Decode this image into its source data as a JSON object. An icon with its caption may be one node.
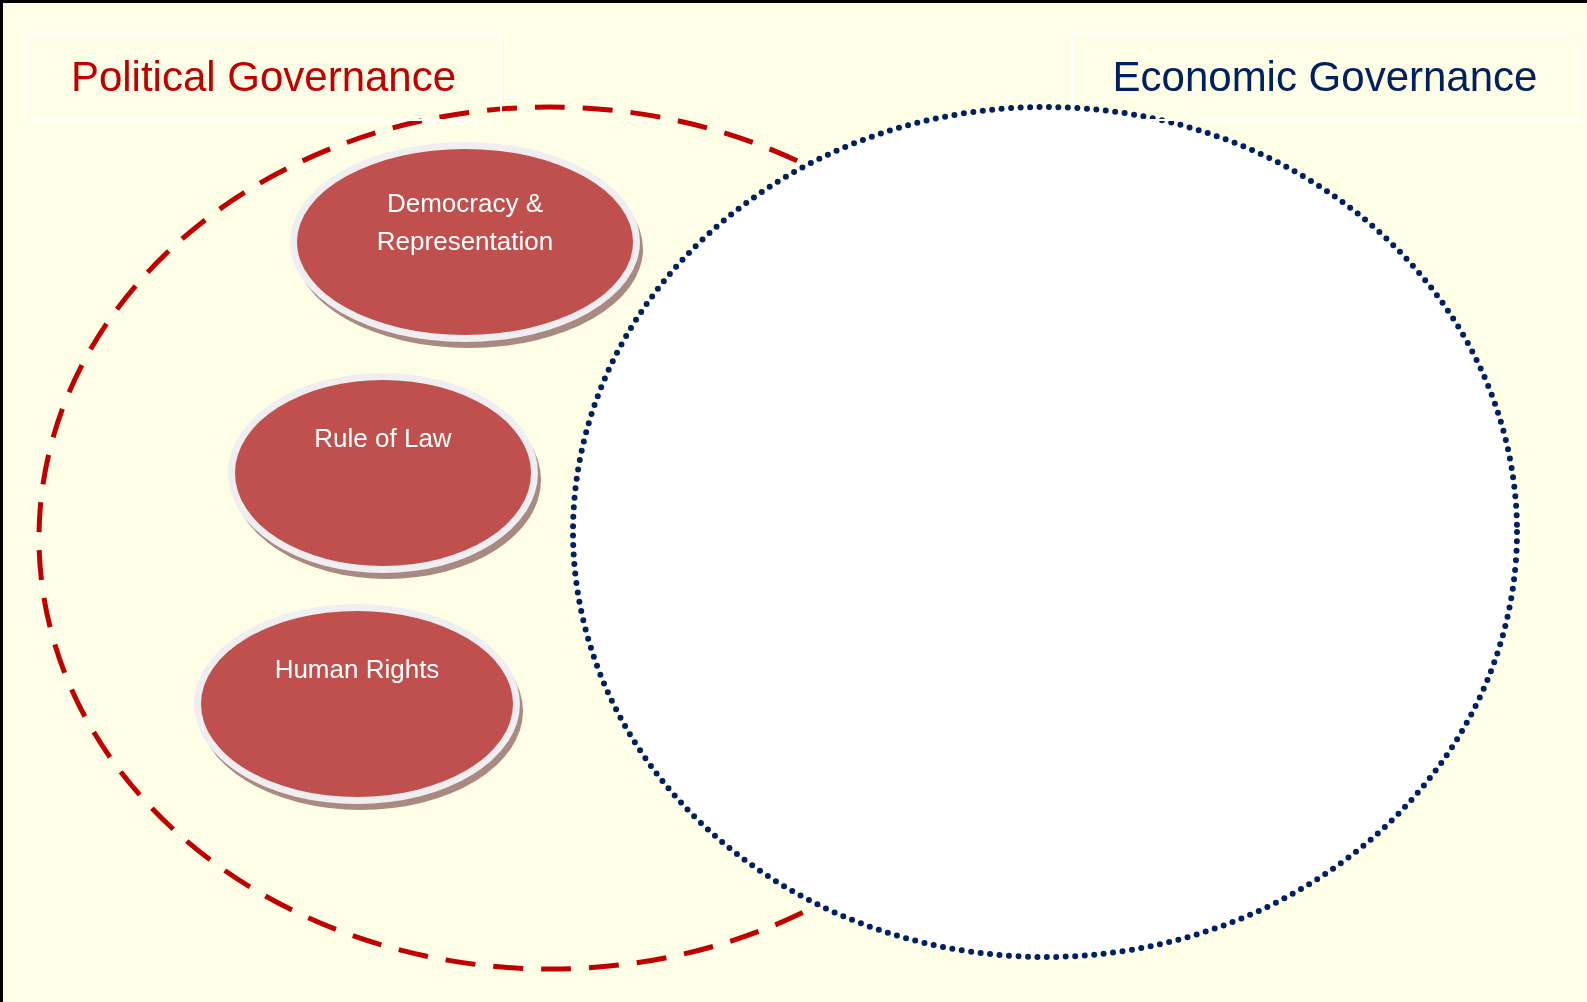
{
  "diagram": {
    "nodes": [
      {
        "text": [
          "Political Governance"
        ]
      },
      {
        "text": [
          "Economic Governance"
        ]
      },
      {
        "text": [
          "Democracy & Representation"
        ],
        "in": 0
      },
      {
        "text": [
          "Rule of Law"
        ],
        "in": 0
      },
      {
        "text": [
          "Human Rights"
        ],
        "in": 0
      }
    ]
  }
}
